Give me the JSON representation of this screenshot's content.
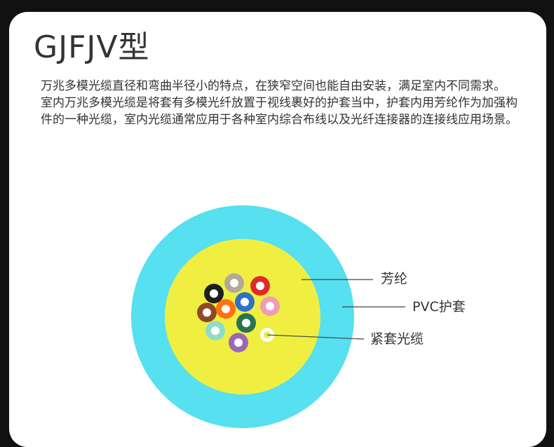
{
  "title": "GJFJV型",
  "description": [
    "万兆多模光缆直径和弯曲半径小的特点，在狭窄空间也能自由安装，满足室内不同需求。",
    "室内万兆多模光缆是将套有多模光纤放置于视线裹好的护套当中，护套内用芳纶作为加强构件的一种光缆，室内光缆通常应用于各种室内综合布线以及光纤连接器的连接线应用场景。"
  ],
  "labels": {
    "aramid": "芳纶",
    "jacket": "PVC护套",
    "tight_buffer": "紧套光缆"
  },
  "colors": {
    "background": "#111111",
    "card": "#ffffff",
    "jacket": "#56e0f0",
    "aramid": "#f0ef41",
    "text": "#333333"
  },
  "fibers": [
    {
      "color_name": "black",
      "color": "#1f1f1f"
    },
    {
      "color_name": "gray",
      "color": "#b3a89a"
    },
    {
      "color_name": "red",
      "color": "#e02a2a"
    },
    {
      "color_name": "brown",
      "color": "#8f4a25"
    },
    {
      "color_name": "orange",
      "color": "#ff7014"
    },
    {
      "color_name": "blue",
      "color": "#2f72c8"
    },
    {
      "color_name": "pink",
      "color": "#f29cb7"
    },
    {
      "color_name": "aqua",
      "color": "#90dcca"
    },
    {
      "color_name": "green",
      "color": "#287451"
    },
    {
      "color_name": "yellow",
      "color": "#ecef3f"
    },
    {
      "color_name": "violet",
      "color": "#9a67b7"
    }
  ]
}
